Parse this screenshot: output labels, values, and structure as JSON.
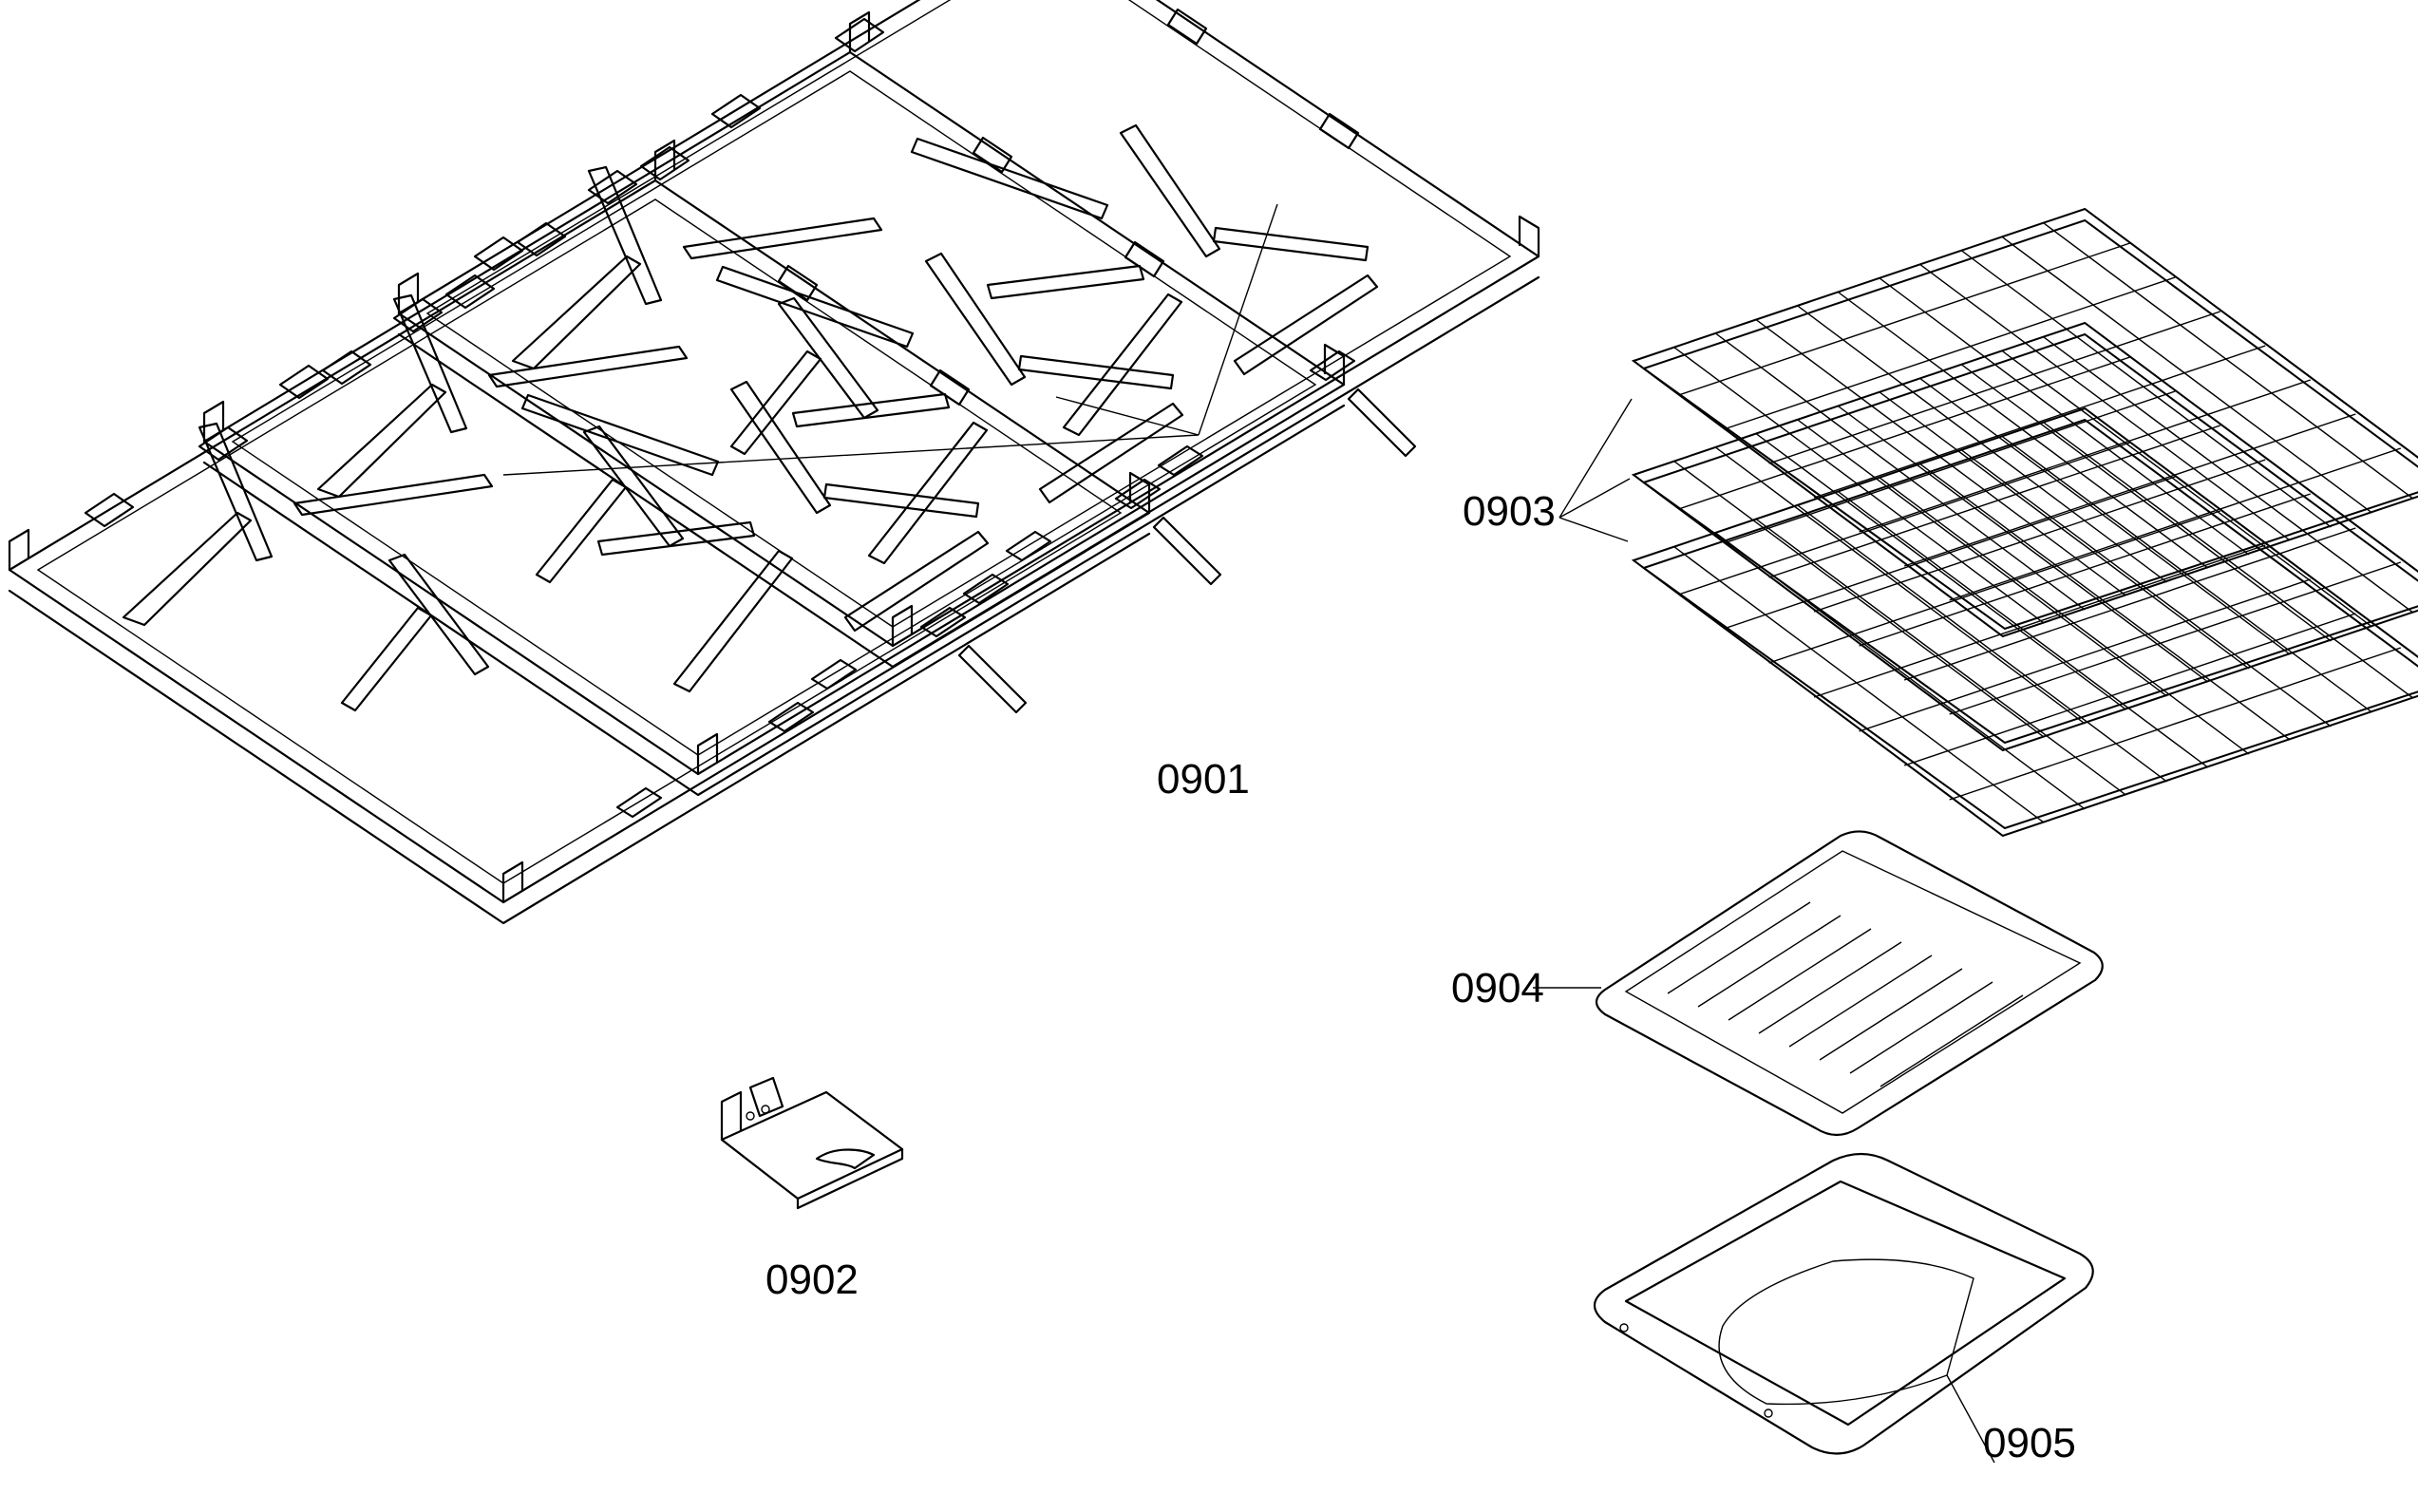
{
  "parts": [
    {
      "id": "p0901",
      "label": "0901",
      "name": "grate"
    },
    {
      "id": "p0902",
      "label": "0902",
      "name": "bracket"
    },
    {
      "id": "p0903",
      "label": "0903",
      "name": "oven-rack"
    },
    {
      "id": "p0904",
      "label": "0904",
      "name": "broil-pan-insert"
    },
    {
      "id": "p0905",
      "label": "0905",
      "name": "broil-pan"
    }
  ],
  "colors": {
    "line": "#000000",
    "background": "#ffffff"
  }
}
